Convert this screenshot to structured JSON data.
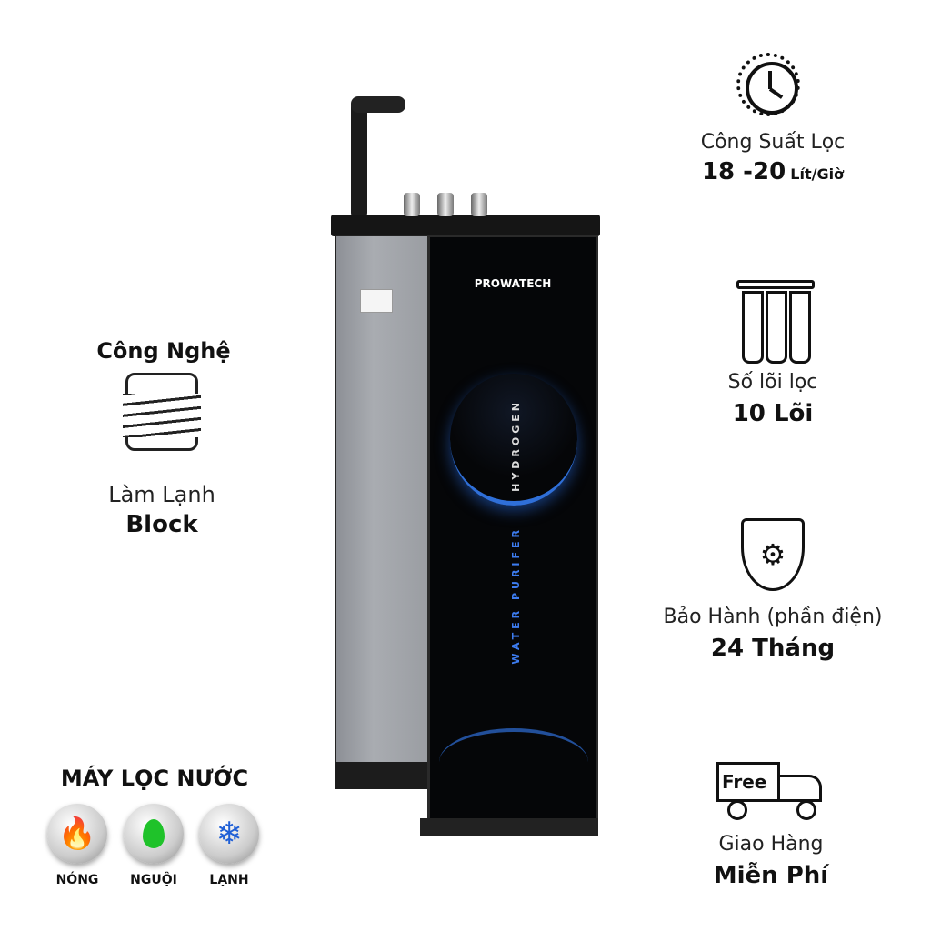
{
  "product": {
    "brand": "PROWATECH",
    "hydrogen_text": "HYDROGEN",
    "purifier_text": "WATER PURIFER"
  },
  "left": {
    "tech_title": "Công Nghệ",
    "tech_label": "Làm Lạnh",
    "tech_value": "Block"
  },
  "modes": {
    "title": "MÁY LỌC NƯỚC",
    "items": [
      {
        "label": "NÓNG",
        "icon": "flame-icon",
        "color": "#d01010"
      },
      {
        "label": "NGUỘI",
        "icon": "drop-icon",
        "color": "#1fc22a"
      },
      {
        "label": "LẠNH",
        "icon": "snowflake-icon",
        "color": "#1f5fd6"
      }
    ]
  },
  "features": [
    {
      "icon": "clock-icon",
      "label": "Công Suất Lọc",
      "value": "18 -20",
      "unit": "Lít/Giờ"
    },
    {
      "icon": "filter-cores-icon",
      "label": "Số lõi lọc",
      "value": "10 Lõi"
    },
    {
      "icon": "shield-gear-icon",
      "label": "Bảo Hành (phần điện)",
      "value": "24 Tháng"
    },
    {
      "icon": "truck-icon",
      "badge": "Free",
      "label": "Giao Hàng",
      "value": "Miễn Phí"
    }
  ]
}
